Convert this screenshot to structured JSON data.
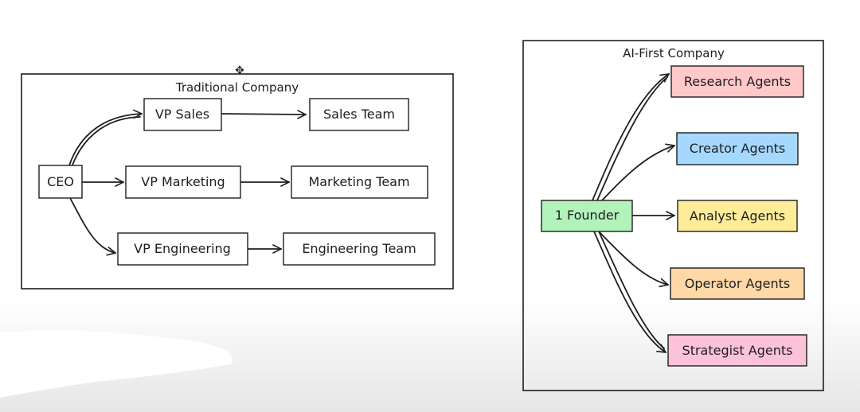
{
  "diagram": {
    "traditional": {
      "title": "Traditional Company",
      "nodes": {
        "ceo": "CEO",
        "vp_sales": "VP Sales",
        "vp_marketing": "VP Marketing",
        "vp_engineering": "VP Engineering",
        "sales_team": "Sales Team",
        "marketing_team": "Marketing Team",
        "engineering_team": "Engineering Team"
      }
    },
    "ai_first": {
      "title": "AI-First Company",
      "nodes": {
        "founder": "1 Founder",
        "research": "Research Agents",
        "creator": "Creator Agents",
        "analyst": "Analyst Agents",
        "operator": "Operator Agents",
        "strategist": "Strategist Agents"
      }
    },
    "colors": {
      "stroke": "#1e1e1e",
      "founder": "#b2f2bb",
      "research": "#ffc9c9",
      "creator": "#a5d8ff",
      "analyst": "#ffec99",
      "operator": "#ffd8a8",
      "strategist": "#fcc2d7"
    }
  }
}
